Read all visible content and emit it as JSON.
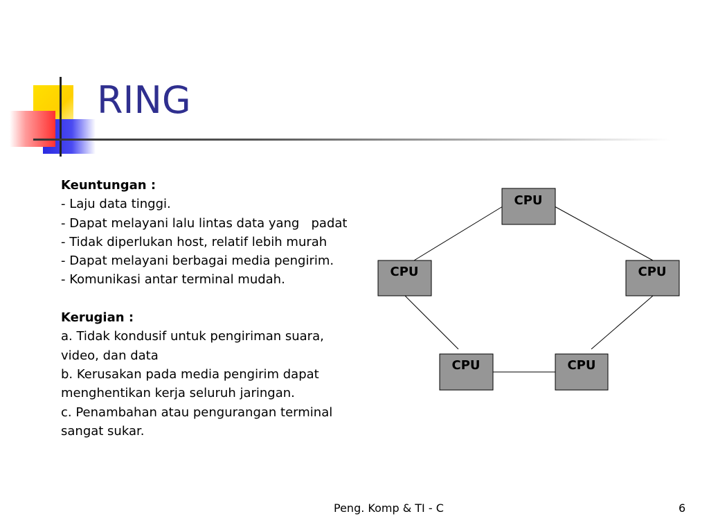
{
  "slide": {
    "title": "RING",
    "advantages": {
      "heading": "Keuntungan :",
      "items": [
        "- Laju data tinggi.",
        "- Dapat melayani lalu lintas data yang   padat",
        "- Tidak diperlukan host, relatif lebih murah",
        "- Dapat melayani berbagai media pengirim.",
        "- Komunikasi antar terminal mudah."
      ]
    },
    "disadvantages": {
      "heading": "Kerugian :",
      "lines": [
        "a. Tidak kondusif untuk pengiriman suara,",
        "video, dan data",
        "b. Kerusakan pada media pengirim dapat",
        "menghentikan kerja seluruh jaringan.",
        "c. Penambahan atau pengurangan terminal",
        "sangat sukar."
      ]
    },
    "diagram": {
      "nodes": [
        {
          "label": "CPU"
        },
        {
          "label": "CPU"
        },
        {
          "label": "CPU"
        },
        {
          "label": "CPU"
        },
        {
          "label": "CPU"
        }
      ],
      "node_fill": "#969696"
    },
    "footer": {
      "text": "Peng. Komp & TI - C",
      "page_number": "6"
    }
  }
}
